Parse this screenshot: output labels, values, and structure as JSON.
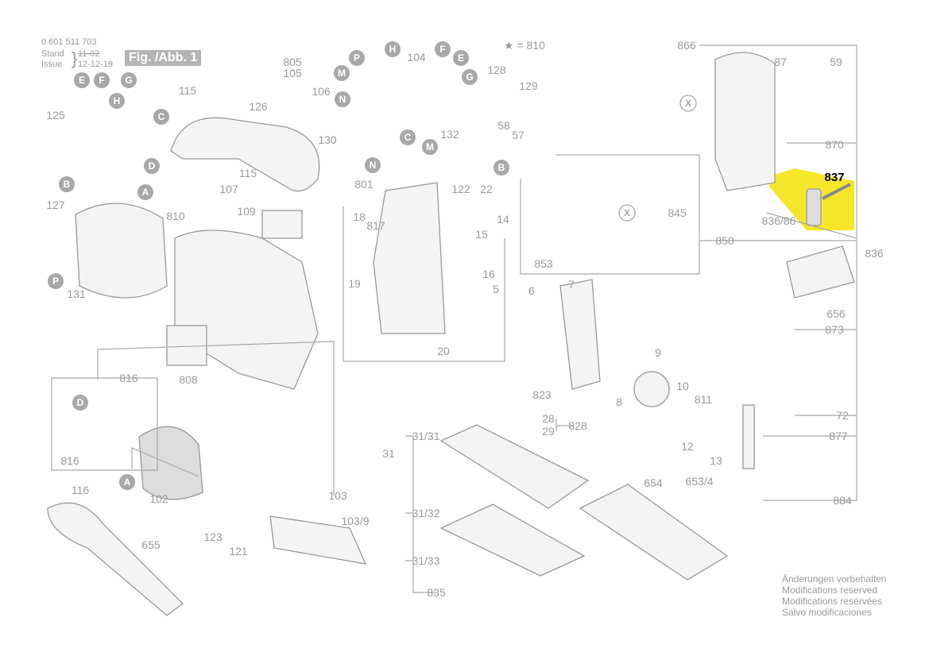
{
  "header": {
    "part_number": "0 601 511 703",
    "stand_label": "Stand",
    "issue_label": "Issue",
    "stand_date_struck": "11-02",
    "issue_date": "12-12-19",
    "figure_label": "Fig. /Abb. 1"
  },
  "star_note": "★ = 810",
  "highlight_color": "#f5e62a",
  "labels": [
    "805",
    "105",
    "115",
    "126",
    "106",
    "130",
    "104",
    "128",
    "129",
    "866",
    "87",
    "59",
    "870",
    "837",
    "836/86",
    "836",
    "850",
    "845",
    "853",
    "132",
    "58",
    "57",
    "125",
    "127",
    "131",
    "810",
    "107",
    "115",
    "109",
    "801",
    "18",
    "817",
    "122",
    "22",
    "14",
    "15",
    "16",
    "19",
    "5",
    "6",
    "7",
    "20",
    "808",
    "816",
    "816",
    "116",
    "102",
    "123",
    "121",
    "103",
    "103/9",
    "655",
    "9",
    "10",
    "8",
    "12",
    "13",
    "811",
    "823",
    "28",
    "29",
    "828",
    "31/31",
    "31",
    "31/32",
    "31/33",
    "835",
    "654",
    "653/4",
    "656",
    "873",
    "72",
    "877",
    "884"
  ],
  "callouts": [
    "P",
    "H",
    "F",
    "E",
    "G",
    "M",
    "N",
    "C",
    "M",
    "N",
    "B",
    "E",
    "F",
    "G",
    "H",
    "C",
    "D",
    "B",
    "A",
    "P",
    "D",
    "A",
    "X",
    "X"
  ],
  "notes": [
    "Änderungen vorbehalten",
    "Modifications reserved",
    "Modifications resérvées",
    "Salvo modificaciones"
  ]
}
